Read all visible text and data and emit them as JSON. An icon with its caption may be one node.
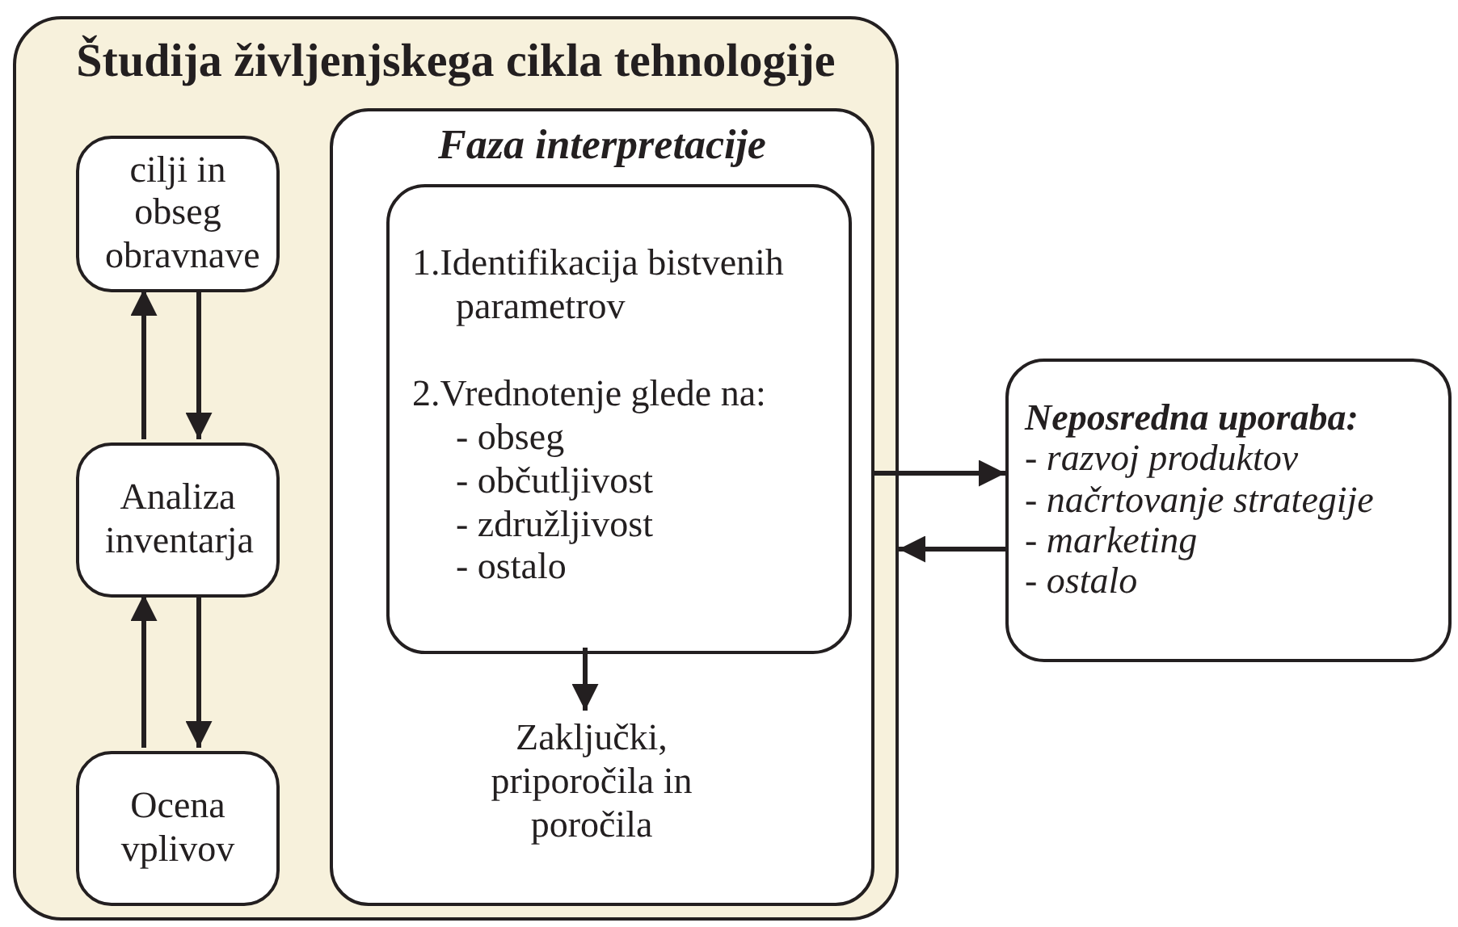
{
  "diagram": {
    "nodes": [
      {
        "text": [
          "Študija življenjskega cikla tehnologije"
        ]
      },
      {
        "text": [
          "cilji in obseg obravnave"
        ],
        "in": 0
      },
      {
        "text": [
          "Analiza inventarja"
        ],
        "in": 0
      },
      {
        "text": [
          "Ocena vplivov"
        ],
        "in": 0
      },
      {
        "text": [
          "Faza interpretacije"
        ],
        "in": 0
      },
      {
        "text": [
          "1.Identifikacija bistvenih parametrov",
          "2.Vrednotenje glede na:",
          "- obseg",
          "- občutljivost",
          "- združljivost",
          "- ostalo"
        ],
        "in": 4
      },
      {
        "text": [
          "Zaključki, priporočila in poročila"
        ],
        "in": 4
      },
      {
        "text": [
          "Neposredna uporaba:",
          "- razvoj produktov",
          "- načrtovanje strategije",
          "- marketing",
          "- ostalo"
        ]
      }
    ],
    "edges": [
      {
        "from": 1,
        "to": 2,
        "arrow": "to"
      },
      {
        "from": 2,
        "to": 1,
        "arrow": "to"
      },
      {
        "from": 2,
        "to": 3,
        "arrow": "to"
      },
      {
        "from": 3,
        "to": 2,
        "arrow": "to"
      },
      {
        "from": 5,
        "to": 6,
        "arrow": "to"
      },
      {
        "from": 4,
        "to": 7,
        "arrow": "to"
      },
      {
        "from": 7,
        "to": 0,
        "arrow": "to"
      }
    ]
  }
}
